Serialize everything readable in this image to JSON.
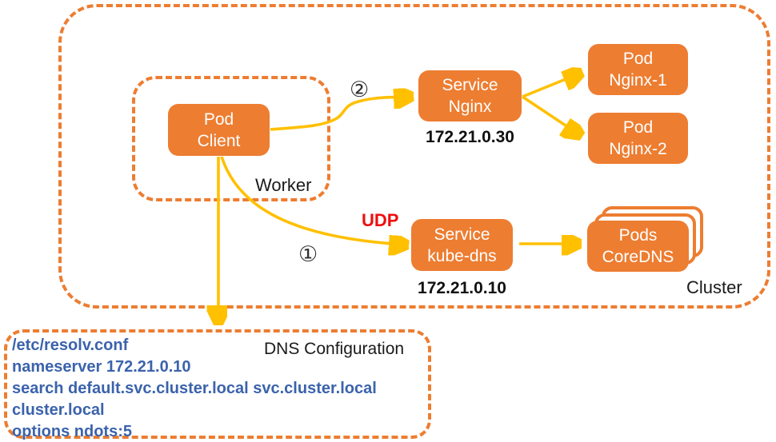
{
  "diagram": {
    "cluster_label": "Cluster",
    "worker_label": "Worker",
    "nodes": {
      "pod_client": {
        "line1": "Pod",
        "line2": "Client"
      },
      "service_nginx": {
        "line1": "Service",
        "line2": "Nginx",
        "ip": "172.21.0.30"
      },
      "pod_nginx1": {
        "line1": "Pod",
        "line2": "Nginx-1"
      },
      "pod_nginx2": {
        "line1": "Pod",
        "line2": "Nginx-2"
      },
      "service_kubedns": {
        "line1": "Service",
        "line2": "kube-dns",
        "ip": "172.21.0.10"
      },
      "pods_coredns": {
        "line1": "Pods",
        "line2": "CoreDNS"
      }
    },
    "annotations": {
      "step1": "①",
      "step2": "②",
      "protocol": "UDP"
    },
    "dns_config": {
      "title": "DNS Configuration",
      "lines": [
        "/etc/resolv.conf",
        "nameserver 172.21.0.10",
        "search default.svc.cluster.local svc.cluster.local",
        "cluster.local",
        "options ndots:5"
      ]
    },
    "colors": {
      "box_orange": "#ED7D31",
      "arrow_yellow": "#FFC000",
      "udp_red": "#EE0E0E",
      "config_blue": "#3B63AC"
    }
  }
}
